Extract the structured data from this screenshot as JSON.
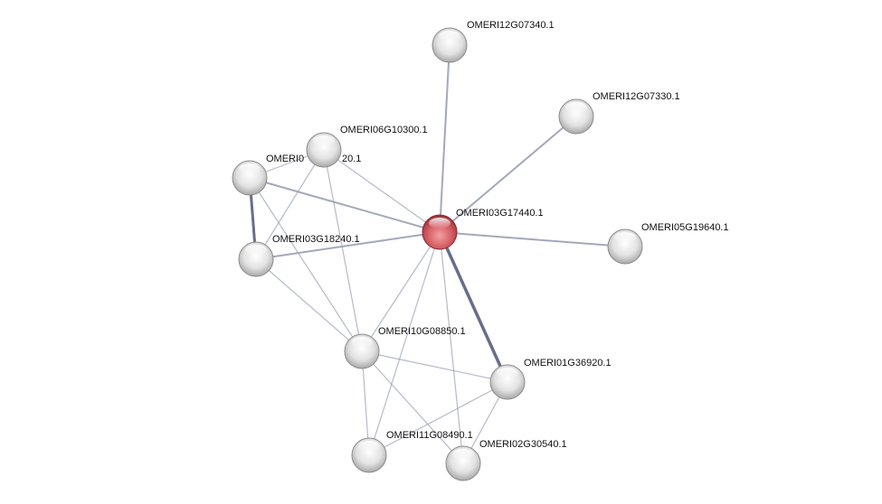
{
  "colors": {
    "node": "#d8d8d8",
    "query_node": "#d55a5f",
    "edge": "#9ea3b8",
    "edge_strong": "#5f6683"
  },
  "nodes": [
    {
      "id": "A",
      "label": "OMERI12G07340.1"
    },
    {
      "id": "B",
      "label": "OMERI12G07330.1"
    },
    {
      "id": "C",
      "label": "OMERI06G10300.1"
    },
    {
      "id": "D",
      "label_visible_start": "OMERI0",
      "label_visible_end": "20.1"
    },
    {
      "id": "E",
      "label": "OMERI03G17440.1",
      "query": true
    },
    {
      "id": "F",
      "label": "OMERI05G19640.1"
    },
    {
      "id": "G",
      "label": "OMERI03G18240.1"
    },
    {
      "id": "H",
      "label": "OMERI10G08850.1"
    },
    {
      "id": "I",
      "label": "OMERI01G36920.1"
    },
    {
      "id": "J",
      "label": "OMERI11G08490.1"
    },
    {
      "id": "K",
      "label": "OMERI02G30540.1"
    }
  ],
  "edges": [
    {
      "from": "E",
      "to": "A",
      "strength": 2
    },
    {
      "from": "E",
      "to": "B",
      "strength": 2
    },
    {
      "from": "E",
      "to": "F",
      "strength": 2
    },
    {
      "from": "E",
      "to": "C",
      "strength": 1
    },
    {
      "from": "E",
      "to": "D",
      "strength": 2
    },
    {
      "from": "E",
      "to": "G",
      "strength": 2
    },
    {
      "from": "E",
      "to": "H",
      "strength": 1
    },
    {
      "from": "E",
      "to": "I",
      "strength": 4
    },
    {
      "from": "E",
      "to": "J",
      "strength": 1
    },
    {
      "from": "E",
      "to": "K",
      "strength": 1
    },
    {
      "from": "C",
      "to": "D",
      "strength": 1
    },
    {
      "from": "C",
      "to": "G",
      "strength": 1
    },
    {
      "from": "C",
      "to": "H",
      "strength": 1
    },
    {
      "from": "D",
      "to": "G",
      "strength": 3
    },
    {
      "from": "D",
      "to": "H",
      "strength": 1
    },
    {
      "from": "G",
      "to": "H",
      "strength": 1
    },
    {
      "from": "H",
      "to": "I",
      "strength": 1
    },
    {
      "from": "H",
      "to": "J",
      "strength": 1
    },
    {
      "from": "H",
      "to": "K",
      "strength": 1
    },
    {
      "from": "I",
      "to": "J",
      "strength": 1
    },
    {
      "from": "I",
      "to": "K",
      "strength": 1
    }
  ]
}
